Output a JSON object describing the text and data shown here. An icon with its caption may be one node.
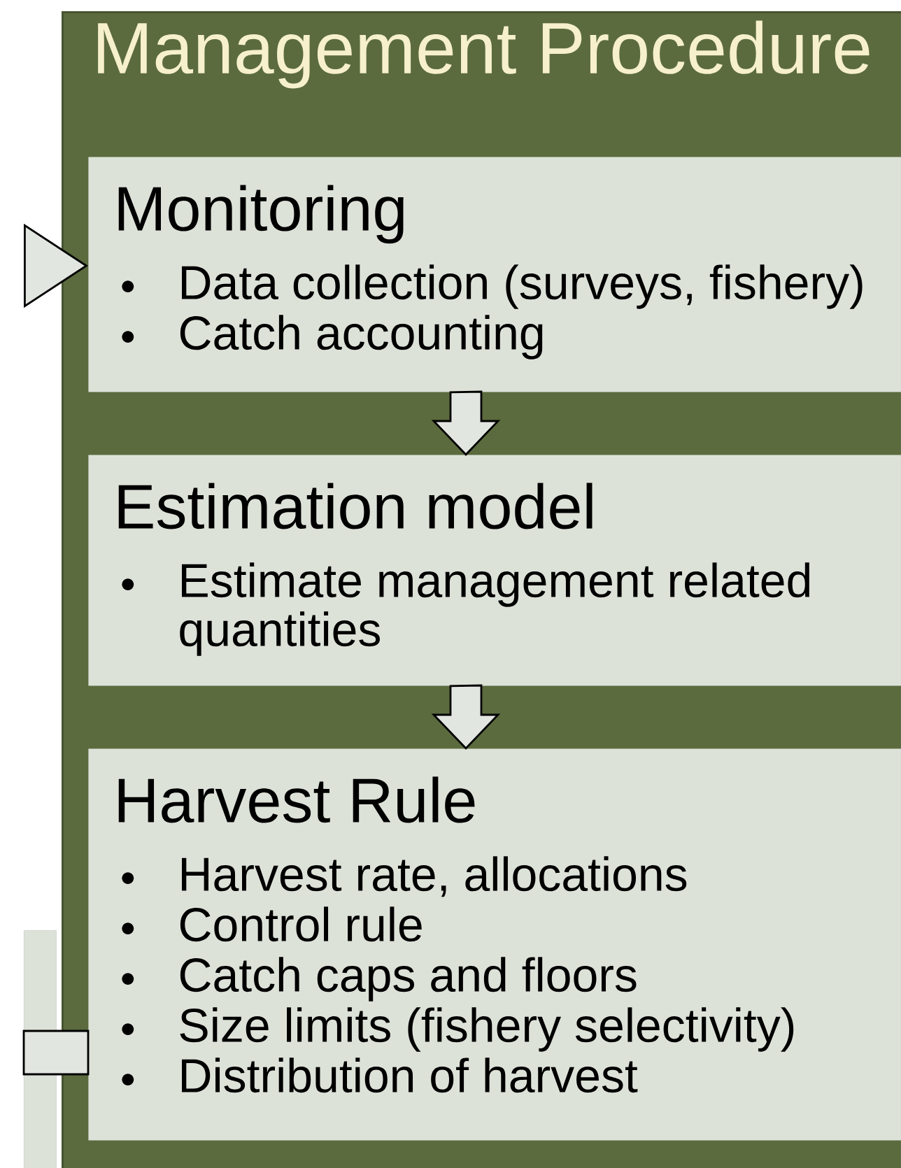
{
  "diagram": {
    "nodes": [
      {
        "text": [
          "Management Procedure"
        ]
      },
      {
        "text": [
          "Monitoring",
          "Data collection (surveys, fishery)",
          "Catch accounting"
        ],
        "in": 0
      },
      {
        "text": [
          "Estimation model",
          "Estimate management related quantities"
        ],
        "in": 0
      },
      {
        "text": [
          "Harvest Rule",
          "Harvest rate, allocations",
          "Control rule",
          "Catch caps and floors",
          "Size limits (fishery selectivity)",
          "Distribution of harvest"
        ],
        "in": 0
      },
      {
        "text": [],
        "shape": "bar"
      }
    ],
    "edges": [
      {
        "from": null,
        "to": 1,
        "arrow": "to"
      },
      {
        "from": 1,
        "to": 2,
        "arrow": "to"
      },
      {
        "from": 2,
        "to": 3,
        "arrow": "to"
      },
      {
        "from": 4,
        "to": 3,
        "arrow": "none"
      }
    ]
  }
}
